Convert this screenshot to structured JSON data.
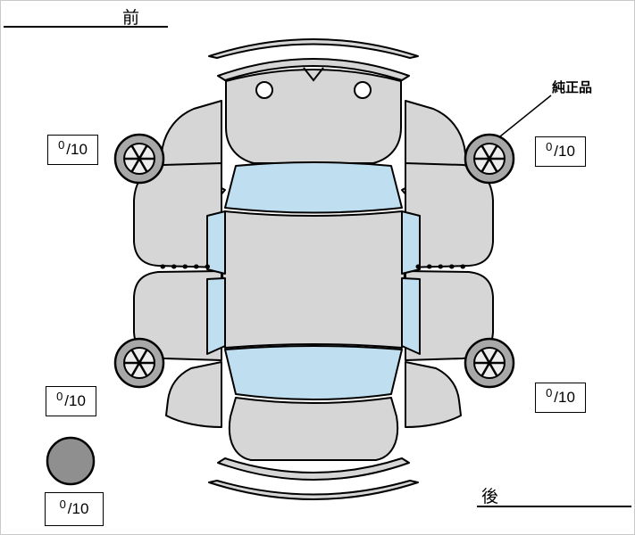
{
  "labels": {
    "front": "前",
    "rear": "後",
    "genuine_part": "純正品"
  },
  "tire_scores": {
    "front_left": {
      "value": "0",
      "denominator": "/10"
    },
    "front_right": {
      "value": "0",
      "denominator": "/10"
    },
    "rear_left": {
      "value": "0",
      "denominator": "/10"
    },
    "rear_right": {
      "value": "0",
      "denominator": "/10"
    },
    "spare": {
      "value": "0",
      "denominator": "/10"
    }
  },
  "colors": {
    "background": "#ffffff",
    "body": "#d6d6d6",
    "glass": "#bfdff0",
    "wheel": "#a8a8a8",
    "hub": "#ededed",
    "spare": "#8f8f8f",
    "outline": "#000000"
  }
}
